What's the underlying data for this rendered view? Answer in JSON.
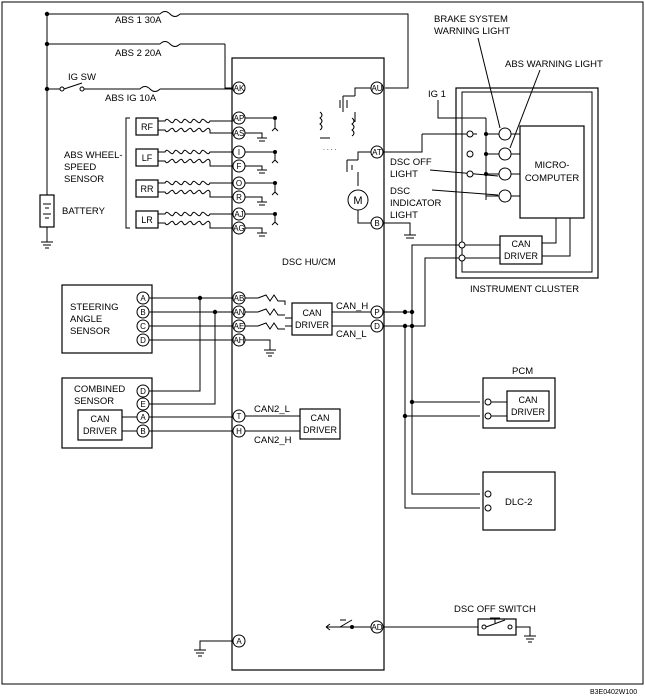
{
  "fuses": {
    "abs1": "ABS 1 30A",
    "abs2": "ABS 2 20A",
    "ig_sw": "IG SW",
    "abs_ig": "ABS IG 10A"
  },
  "battery": "BATTERY",
  "wheel_sensor": {
    "label_lines": [
      "ABS WHEEL-",
      "SPEED",
      "SENSOR"
    ],
    "sensors": [
      "RF",
      "LF",
      "RR",
      "LR"
    ]
  },
  "hu": {
    "title": "DSC HU/CM",
    "pins_left": [
      "AK",
      "AP",
      "AS",
      "I",
      "F",
      "O",
      "R",
      "AJ",
      "AG",
      "AB",
      "AN",
      "AE",
      "AH",
      "T",
      "H",
      "A"
    ],
    "pins_right": [
      "AU",
      "AT",
      "B",
      "P",
      "D",
      "AD"
    ],
    "can_driver_lines": [
      "CAN",
      "DRIVER"
    ],
    "can_h": "CAN_H",
    "can_l": "CAN_L",
    "can2_l": "CAN2_L",
    "can2_h": "CAN2_H"
  },
  "steering": {
    "label_lines": [
      "STEERING",
      "ANGLE",
      "SENSOR"
    ],
    "pins": [
      "A",
      "B",
      "C",
      "D"
    ]
  },
  "combined": {
    "label_lines": [
      "COMBINED",
      "SENSOR"
    ],
    "pins": [
      "D",
      "E",
      "A",
      "B"
    ],
    "can_driver_lines": [
      "CAN",
      "DRIVER"
    ]
  },
  "cluster": {
    "title": "INSTRUMENT CLUSTER",
    "ig1": "IG 1",
    "brake_label_lines": [
      "BRAKE SYSTEM",
      "WARNING LIGHT"
    ],
    "abs_warning": "ABS WARNING LIGHT",
    "dsc_off_light_lines": [
      "DSC OFF",
      "LIGHT"
    ],
    "dsc_indicator_lines": [
      "DSC",
      "INDICATOR",
      "LIGHT"
    ],
    "micro_lines": [
      "MICRO-",
      "COMPUTER"
    ],
    "can_driver_lines": [
      "CAN",
      "DRIVER"
    ]
  },
  "pcm": {
    "title": "PCM",
    "can_driver_lines": [
      "CAN",
      "DRIVER"
    ]
  },
  "dlc": {
    "title": "DLC-2"
  },
  "dsc_off_switch": "DSC OFF SWITCH",
  "figure_code": "B3E0402W100"
}
